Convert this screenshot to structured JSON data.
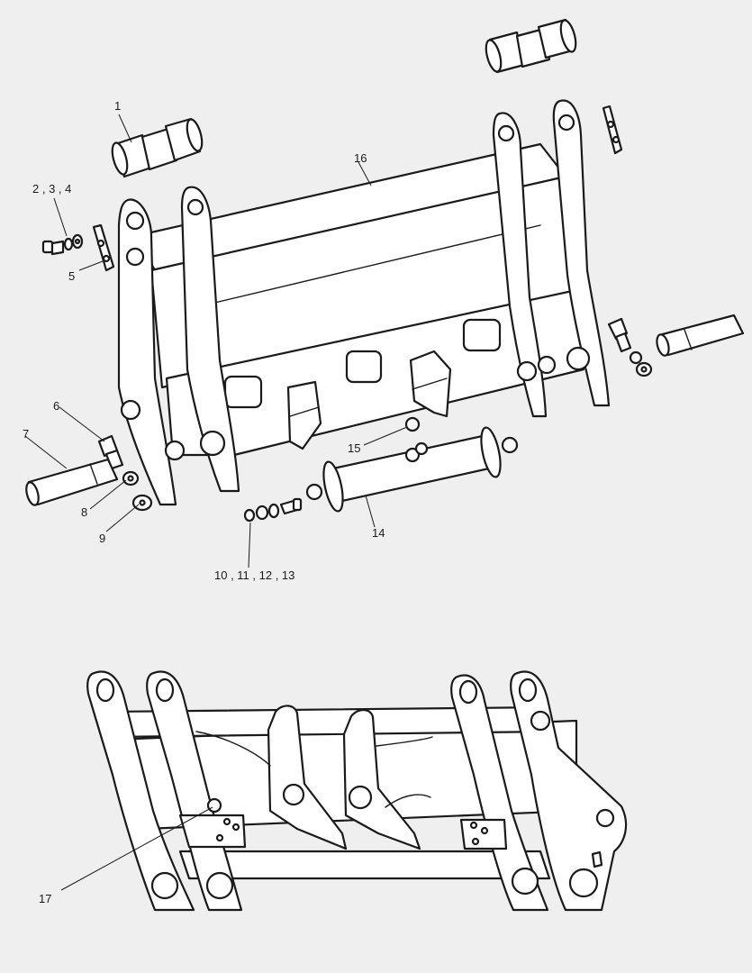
{
  "callouts": [
    {
      "id": "c1",
      "text": "1"
    },
    {
      "id": "c2",
      "text": "2 , 3 , 4"
    },
    {
      "id": "c5",
      "text": "5"
    },
    {
      "id": "c6",
      "text": "6"
    },
    {
      "id": "c7",
      "text": "7"
    },
    {
      "id": "c8",
      "text": "8"
    },
    {
      "id": "c9",
      "text": "9"
    },
    {
      "id": "c10",
      "text": "10 , 11 , 12 , 13"
    },
    {
      "id": "c14",
      "text": "14"
    },
    {
      "id": "c15",
      "text": "15"
    },
    {
      "id": "c16",
      "text": "16"
    },
    {
      "id": "c17",
      "text": "17"
    }
  ]
}
